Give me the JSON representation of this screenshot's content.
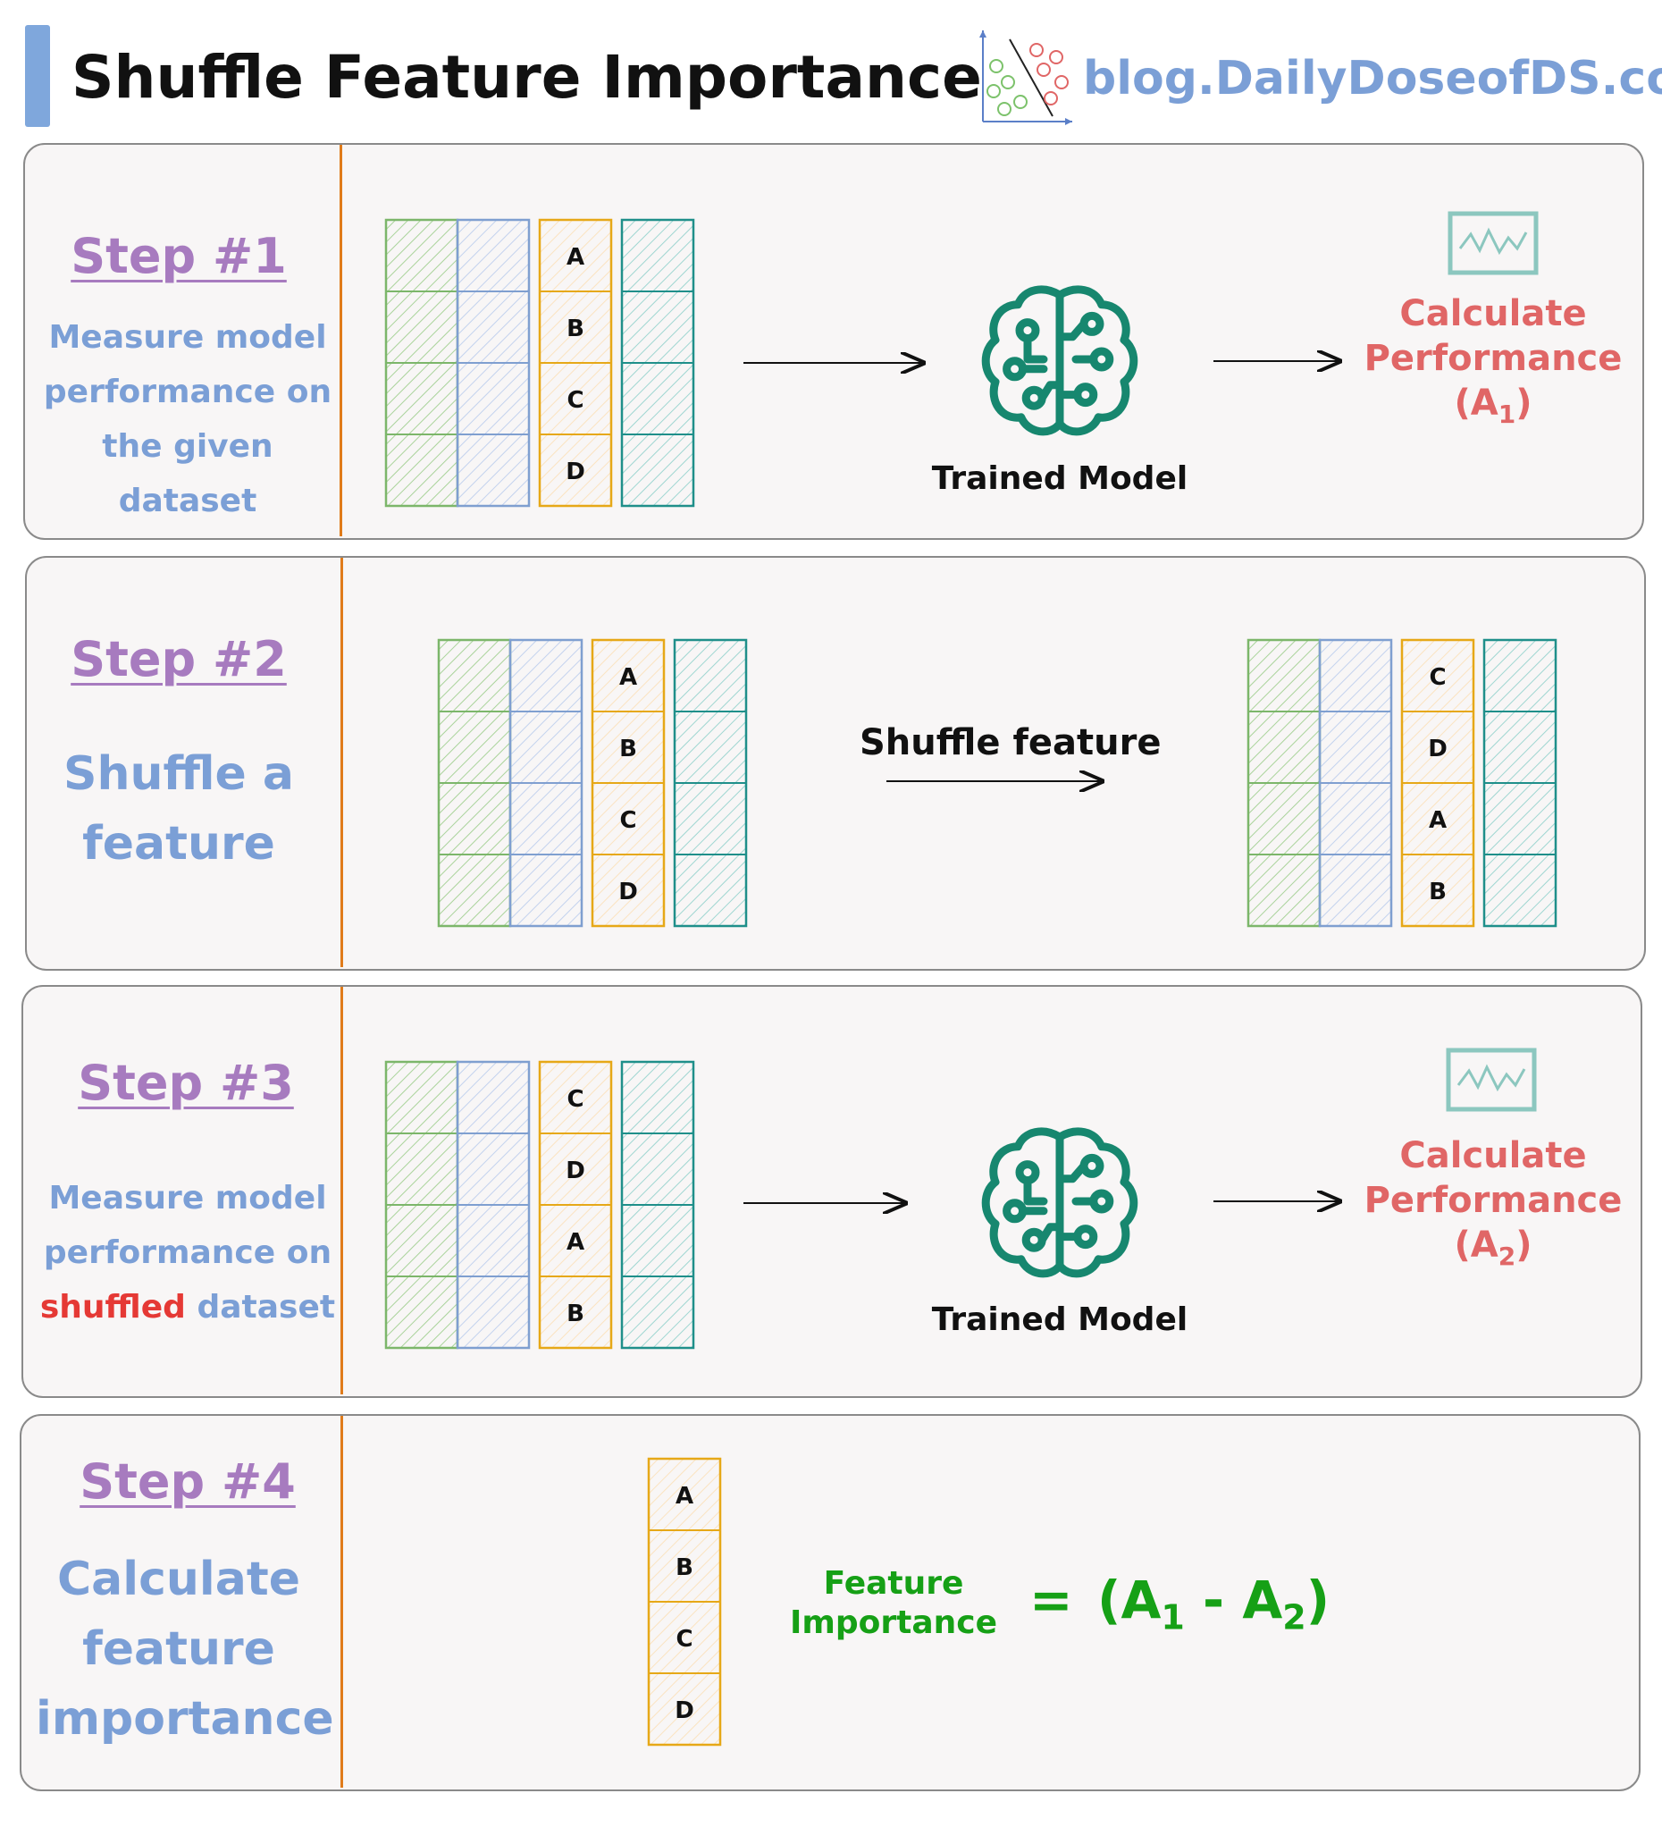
{
  "header": {
    "title": "Shuffle Feature Importance",
    "brand": "blog.DailyDoseofDS.com"
  },
  "steps": [
    {
      "title": "Step #1",
      "description_lines": [
        "Measure model",
        "performance on",
        "the given dataset"
      ],
      "feature_column": [
        "A",
        "B",
        "C",
        "D"
      ],
      "model_label": "Trained Model",
      "performance_label": [
        "Calculate",
        "Performance"
      ],
      "performance_symbol": "A",
      "performance_sub": "1"
    },
    {
      "title": "Step #2",
      "description_lines": [
        "Shuffle a",
        "feature"
      ],
      "feature_column_before": [
        "A",
        "B",
        "C",
        "D"
      ],
      "arrow_label": "Shuffle feature",
      "feature_column_after": [
        "C",
        "D",
        "A",
        "B"
      ]
    },
    {
      "title": "Step #3",
      "description_lines": [
        "Measure model",
        "performance on"
      ],
      "description_last_highlight": "shuffled",
      "description_last_rest": "dataset",
      "feature_column": [
        "C",
        "D",
        "A",
        "B"
      ],
      "model_label": "Trained Model",
      "performance_label": [
        "Calculate",
        "Performance"
      ],
      "performance_symbol": "A",
      "performance_sub": "2"
    },
    {
      "title": "Step #4",
      "description_lines": [
        "Calculate",
        "feature",
        "importance"
      ],
      "feature_column": [
        "A",
        "B",
        "C",
        "D"
      ],
      "result_label": [
        "Feature",
        "Importance"
      ],
      "equals": "=",
      "formula_open": "(A",
      "formula_sub1": "1",
      "formula_minus": " - A",
      "formula_sub2": "2",
      "formula_close": ")"
    }
  ],
  "colors": {
    "green_col": "#7cb66a",
    "blue_col": "#7f9fd0",
    "orange_col": "#e6a817",
    "teal_col": "#1f8f8a",
    "divider": "#e07b1a",
    "step_title": "#a77bbf",
    "description": "#7b9fd6",
    "performance": "#e06666",
    "formula": "#16a016",
    "brain_icon": "#17876f"
  }
}
